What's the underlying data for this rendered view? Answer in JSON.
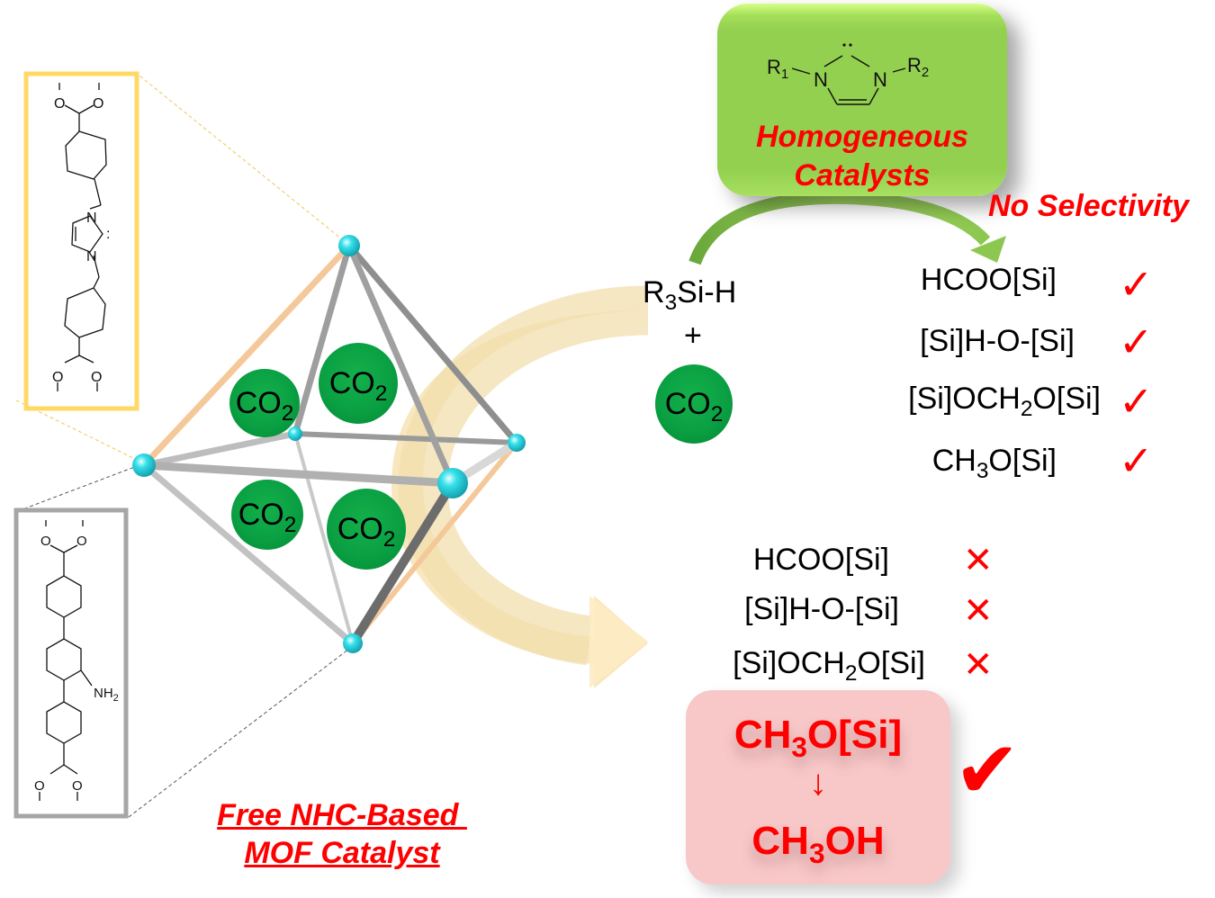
{
  "homogeneous": {
    "catalyst_title_line1": "Homogeneous",
    "catalyst_title_line2": "Catalysts",
    "structure_labels": {
      "r1": "R",
      "r1_sub": "1",
      "r2": "R",
      "r2_sub": "2",
      "n_left": "N",
      "n_right": "N",
      "lone_pair": "··"
    },
    "selectivity_note": "No Selectivity",
    "products": [
      {
        "pre": "HCOO[Si]",
        "sub": "",
        "post": "",
        "mark": "check"
      },
      {
        "pre": "[Si]H-O-[Si]",
        "sub": "",
        "post": "",
        "mark": "check"
      },
      {
        "pre": "[Si]OCH",
        "sub": "2",
        "post": "O[Si]",
        "mark": "check"
      },
      {
        "pre": "CH",
        "sub": "3",
        "post": "O[Si]",
        "mark": "check"
      }
    ],
    "check_glyph": "✓"
  },
  "reagents": {
    "silane_pre": "R",
    "silane_sub": "3",
    "silane_post": "Si-H",
    "plus": "+",
    "co2_pre": "CO",
    "co2_sub": "2"
  },
  "mof": {
    "label_line1": "Free NHC-Based ",
    "label_line2": "MOF Catalyst",
    "pore_guests": [
      {
        "pre": "CO",
        "sub": "2"
      },
      {
        "pre": "CO",
        "sub": "2"
      },
      {
        "pre": "CO",
        "sub": "2"
      },
      {
        "pre": "CO",
        "sub": "2"
      }
    ],
    "linker_nhc": {
      "n_top": "N",
      "n_bottom": "N",
      "carbene": ":",
      "o": "O"
    },
    "linker_amino": {
      "nh2": "NH",
      "nh2_sub": "2",
      "o": "O"
    }
  },
  "heterogeneous": {
    "rejected_products": [
      {
        "pre": "HCOO[Si]",
        "sub": "",
        "post": ""
      },
      {
        "pre": "[Si]H-O-[Si]",
        "sub": "",
        "post": ""
      },
      {
        "pre": "[Si]OCH",
        "sub": "2",
        "post": "O[Si]"
      }
    ],
    "cross_glyph": "✕",
    "selected_product": {
      "pre": "CH",
      "sub": "3",
      "post": "O[Si]"
    },
    "conversion_arrow": "↓",
    "final_product": {
      "pre": "CH",
      "sub": "3",
      "post": "OH"
    },
    "big_check_glyph": "✔"
  },
  "colors": {
    "accent_red": "#ff0000",
    "catalyst_green": "#93d050",
    "co2_green": "#0aa043",
    "node_cyan": "#2ee0e8",
    "nhc_frame": "#ffd966",
    "amino_frame": "#a6a6a6",
    "flow_arrow": "#f5deb3",
    "product_box": "#f8c8c8"
  }
}
